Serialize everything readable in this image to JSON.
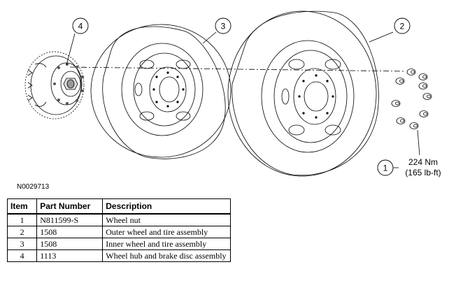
{
  "figure": {
    "figure_id": "N0029713",
    "callouts": [
      {
        "number": "1"
      },
      {
        "number": "2"
      },
      {
        "number": "3"
      },
      {
        "number": "4"
      }
    ],
    "torque": {
      "metric": "224 Nm",
      "imperial": "(165 lb-ft)"
    }
  },
  "table": {
    "headers": {
      "item": "Item",
      "part_number": "Part Number",
      "description": "Description"
    },
    "rows": [
      {
        "item": "1",
        "part_number": "N811599-S",
        "description": "Wheel nut"
      },
      {
        "item": "2",
        "part_number": "1508",
        "description": "Outer wheel and tire assembly"
      },
      {
        "item": "3",
        "part_number": "1508",
        "description": "Inner wheel and tire assembly"
      },
      {
        "item": "4",
        "part_number": "1113",
        "description": "Wheel hub and brake disc assembly"
      }
    ]
  }
}
